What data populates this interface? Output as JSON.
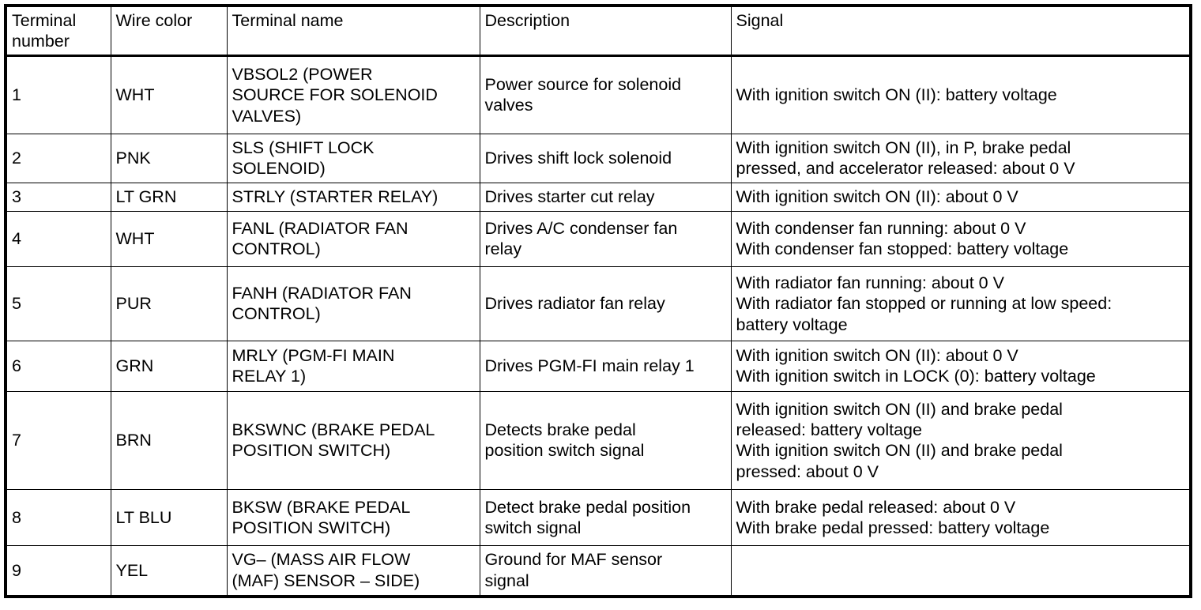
{
  "table": {
    "name": "terminal-pinout-table",
    "columns": [
      {
        "key": "terminal_number",
        "header_line1": "Terminal",
        "header_line2": "number"
      },
      {
        "key": "wire_color",
        "header_line1": "Wire color",
        "header_line2": ""
      },
      {
        "key": "terminal_name",
        "header_line1": "Terminal name",
        "header_line2": ""
      },
      {
        "key": "description",
        "header_line1": "Description",
        "header_line2": ""
      },
      {
        "key": "signal",
        "header_line1": "Signal",
        "header_line2": ""
      }
    ],
    "rows": [
      {
        "terminal_number": "1",
        "wire_color": "WHT",
        "terminal_name": [
          "VBSOL2 (POWER",
          "SOURCE FOR SOLENOID",
          "VALVES)"
        ],
        "description": [
          "Power source for solenoid",
          "valves"
        ],
        "signal": [
          "With ignition switch ON (II): battery voltage"
        ]
      },
      {
        "terminal_number": "2",
        "wire_color": "PNK",
        "terminal_name": [
          "SLS (SHIFT LOCK",
          "SOLENOID)"
        ],
        "description": [
          "Drives shift lock solenoid"
        ],
        "signal": [
          "With ignition switch ON (II), in P, brake pedal",
          "pressed, and accelerator released: about 0 V"
        ]
      },
      {
        "terminal_number": "3",
        "wire_color": "LT GRN",
        "terminal_name": [
          "STRLY (STARTER RELAY)"
        ],
        "description": [
          "Drives starter cut relay"
        ],
        "signal": [
          "With ignition switch ON (II): about 0 V"
        ]
      },
      {
        "terminal_number": "4",
        "wire_color": "WHT",
        "terminal_name": [
          "FANL (RADIATOR FAN",
          "CONTROL)"
        ],
        "description": [
          "Drives A/C condenser fan",
          "relay"
        ],
        "signal": [
          "With condenser fan running: about 0 V",
          "With condenser fan stopped: battery voltage"
        ]
      },
      {
        "terminal_number": "5",
        "wire_color": "PUR",
        "terminal_name": [
          "FANH (RADIATOR FAN",
          "CONTROL)"
        ],
        "description": [
          "Drives radiator fan relay"
        ],
        "signal": [
          "With radiator fan running: about 0 V",
          "With radiator fan stopped or running at low speed:",
          "battery voltage"
        ]
      },
      {
        "terminal_number": "6",
        "wire_color": "GRN",
        "terminal_name": [
          "MRLY (PGM-FI MAIN",
          "RELAY 1)"
        ],
        "description": [
          "Drives PGM-FI main relay 1"
        ],
        "signal": [
          "With ignition switch ON (II): about 0 V",
          "With ignition switch in LOCK (0): battery voltage"
        ]
      },
      {
        "terminal_number": "7",
        "wire_color": "BRN",
        "terminal_name": [
          "BKSWNC (BRAKE PEDAL",
          "POSITION SWITCH)"
        ],
        "description": [
          "Detects brake pedal",
          "position switch signal"
        ],
        "signal": [
          "With ignition switch ON (II) and brake pedal",
          "released: battery voltage",
          "With ignition switch ON (II) and brake pedal",
          "pressed: about 0 V"
        ]
      },
      {
        "terminal_number": "8",
        "wire_color": "LT BLU",
        "terminal_name": [
          "BKSW (BRAKE PEDAL",
          "POSITION SWITCH)"
        ],
        "description": [
          "Detect brake pedal position",
          "switch signal"
        ],
        "signal": [
          "With brake pedal released: about 0 V",
          "With brake pedal pressed: battery voltage"
        ]
      },
      {
        "terminal_number": "9",
        "wire_color": "YEL",
        "terminal_name": [
          "VG– (MASS AIR FLOW",
          "(MAF) SENSOR – SIDE)"
        ],
        "description": [
          "Ground for MAF sensor",
          "signal"
        ],
        "signal": []
      }
    ]
  },
  "colors": {
    "border": "#000000",
    "text": "#000000",
    "background": "#ffffff"
  }
}
